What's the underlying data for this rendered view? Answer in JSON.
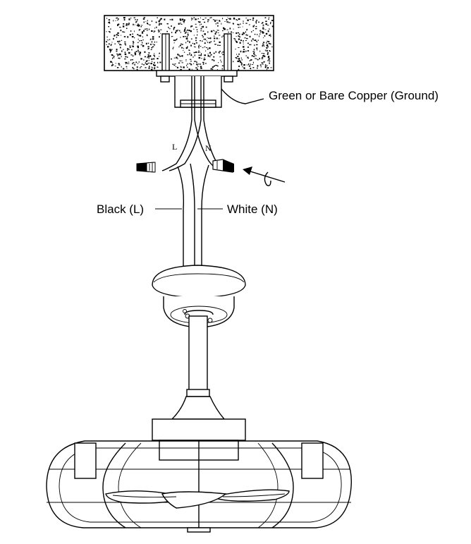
{
  "diagram": {
    "labels": {
      "ground": "Green or Bare Copper (Ground)",
      "black": "Black (L)",
      "white": "White (N)",
      "wire_l": "L",
      "wire_n": "N"
    },
    "icons": [
      "concrete-ceiling-icon",
      "wire-nut-icon",
      "twist-arrow-icon",
      "ceiling-fan-icon"
    ]
  }
}
